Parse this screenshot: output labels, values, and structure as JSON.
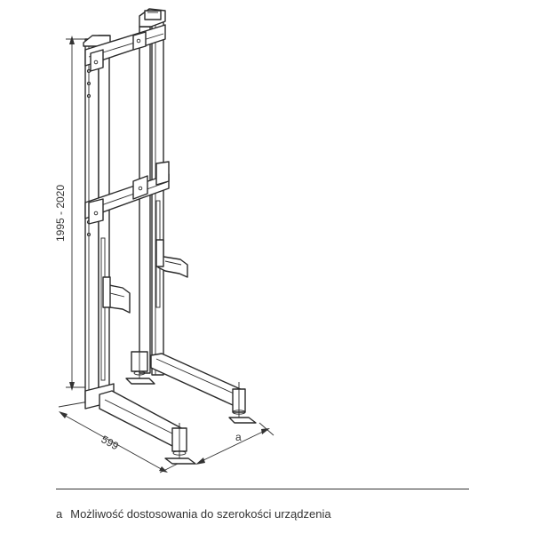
{
  "dimensions": {
    "height_label": "1995 - 2020",
    "width_label": "599",
    "adjust_label": "a"
  },
  "legend": {
    "letter": "a",
    "text": "Możliwość dostosowania do szerokości urządzenia"
  },
  "colors": {
    "line": "#2a2a2a",
    "text": "#333333",
    "background": "#ffffff"
  }
}
